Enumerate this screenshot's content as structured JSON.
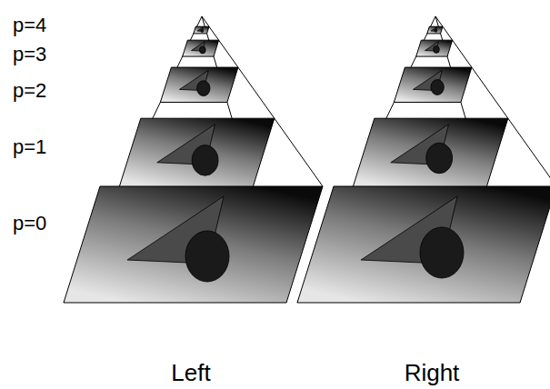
{
  "diagram": {
    "labels": [
      "p=4",
      "p=3",
      "p=2",
      "p=1",
      "p=0",
      "Left",
      "Right"
    ]
  }
}
